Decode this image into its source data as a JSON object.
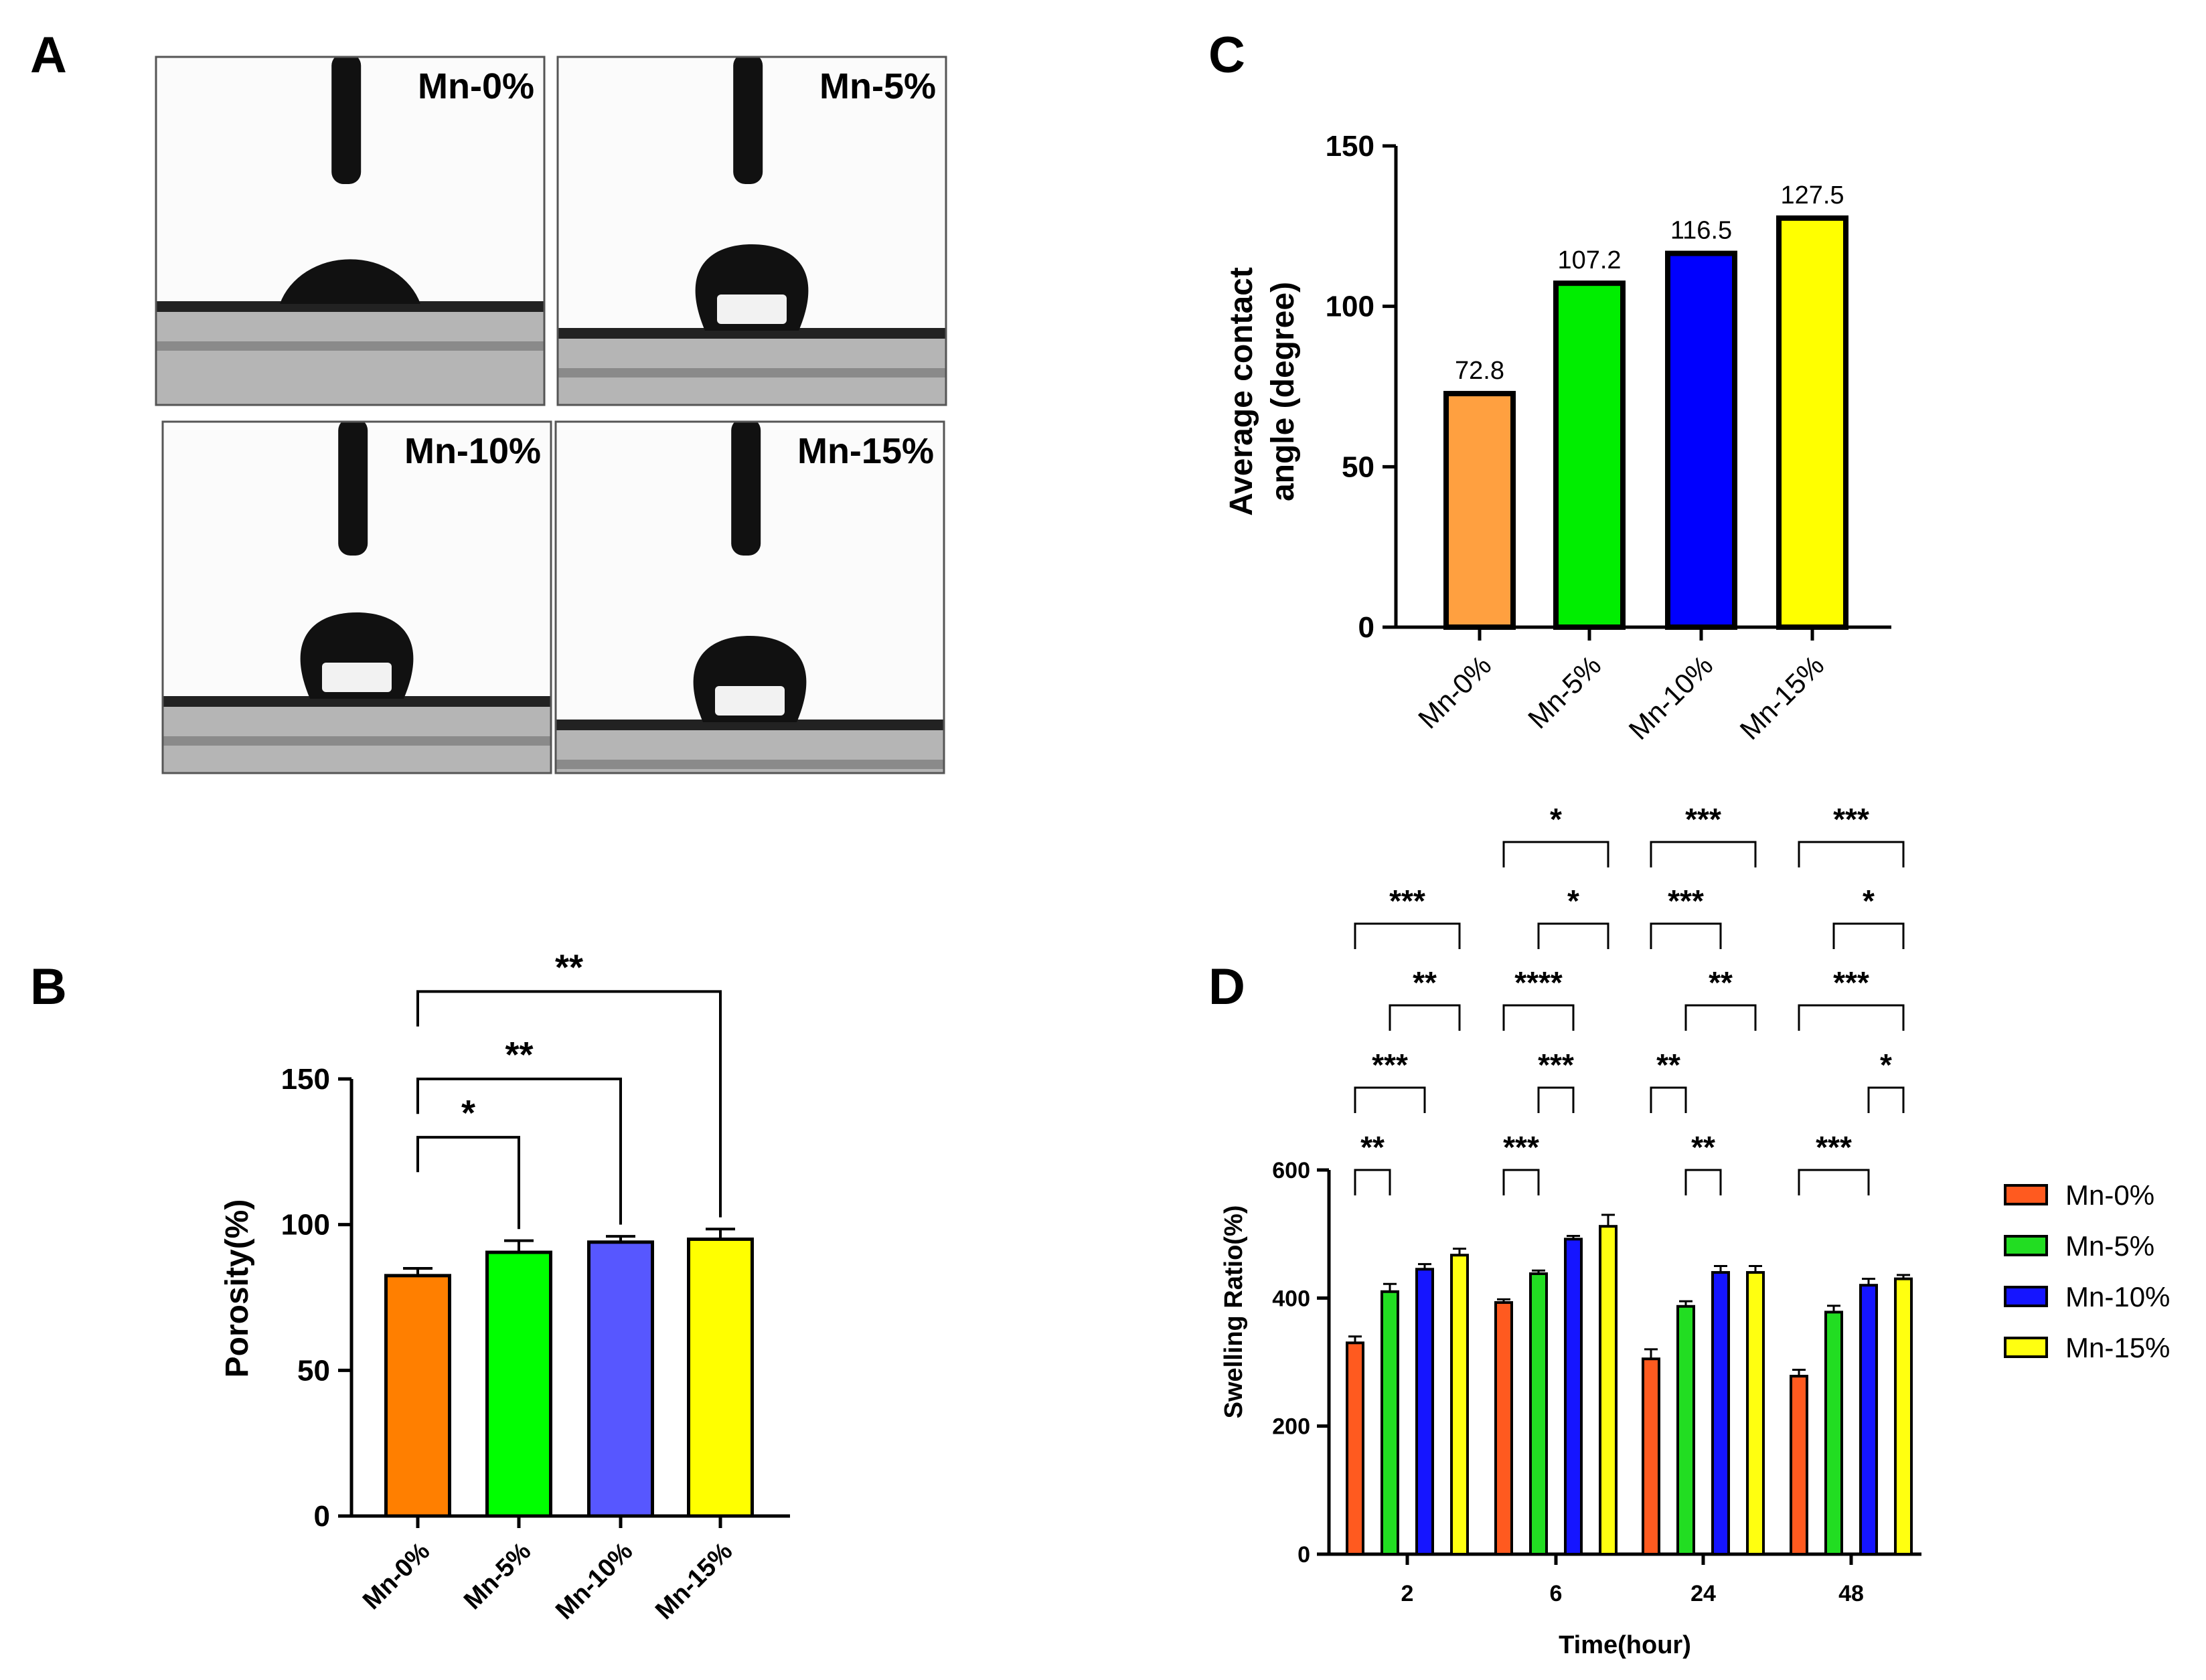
{
  "panels": {
    "a": "A",
    "b": "B",
    "c": "C",
    "d": "D"
  },
  "photos": [
    {
      "label": "Mn-0%",
      "drop": "flat"
    },
    {
      "label": "Mn-5%",
      "drop": "round"
    },
    {
      "label": "Mn-10%",
      "drop": "round"
    },
    {
      "label": "Mn-15%",
      "drop": "round"
    }
  ],
  "chart_data": [
    {
      "panel": "B",
      "type": "bar",
      "categories": [
        "Mn-0%",
        "Mn-5%",
        "Mn-10%",
        "Mn-15%"
      ],
      "values": [
        82.5,
        90.5,
        94,
        95
      ],
      "errors": [
        2.5,
        4,
        2,
        3.5
      ],
      "colors": [
        "#ff7f00",
        "#00ff00",
        "#5757ff",
        "#ffff00"
      ],
      "ylabel": "Porosity(%)",
      "ylim": [
        0,
        150
      ],
      "yticks": [
        0,
        50,
        100,
        150
      ],
      "significance": [
        {
          "from": 0,
          "to": 1,
          "label": "*"
        },
        {
          "from": 0,
          "to": 2,
          "label": "**"
        },
        {
          "from": 0,
          "to": 3,
          "label": "**"
        }
      ]
    },
    {
      "panel": "C",
      "type": "bar",
      "categories": [
        "Mn-0%",
        "Mn-5%",
        "Mn-10%",
        "Mn-15%"
      ],
      "values": [
        72.8,
        107.2,
        116.5,
        127.5
      ],
      "data_labels": [
        "72.8",
        "107.2",
        "116.5",
        "127.5"
      ],
      "colors": [
        "#ffa040",
        "#00ee00",
        "#0000ff",
        "#ffff00"
      ],
      "ylabel": "Average contact angle (degree)",
      "ylabel_lines": [
        "Average contact",
        "angle (degree)"
      ],
      "ylim": [
        0,
        150
      ],
      "yticks": [
        0,
        50,
        100,
        150
      ]
    },
    {
      "panel": "D",
      "type": "bar",
      "categories": [
        "2",
        "6",
        "24",
        "48"
      ],
      "xlabel": "Time(hour)",
      "ylabel": "Swelling Ratio(%)",
      "ylim": [
        0,
        600
      ],
      "yticks": [
        0,
        200,
        400,
        600
      ],
      "legend_position": "right",
      "series": [
        {
          "name": "Mn-0%",
          "color": "#ff5a1f",
          "values": [
            330,
            393,
            305,
            278
          ],
          "errors": [
            10,
            5,
            15,
            10
          ]
        },
        {
          "name": "Mn-5%",
          "color": "#22dd22",
          "values": [
            410,
            438,
            387,
            378
          ],
          "errors": [
            12,
            5,
            8,
            10
          ]
        },
        {
          "name": "Mn-10%",
          "color": "#1515ff",
          "values": [
            445,
            492,
            440,
            420
          ],
          "errors": [
            8,
            5,
            10,
            10
          ]
        },
        {
          "name": "Mn-15%",
          "color": "#ffff10",
          "values": [
            467,
            512,
            440,
            430
          ],
          "errors": [
            10,
            18,
            10,
            6
          ]
        }
      ],
      "significance": [
        {
          "group": 0,
          "comparisons": [
            {
              "from": 0,
              "to": 1,
              "label": "**"
            },
            {
              "from": 0,
              "to": 2,
              "label": "***"
            },
            {
              "from": 1,
              "to": 3,
              "label": "**"
            },
            {
              "from": 0,
              "to": 3,
              "label": "***"
            }
          ]
        },
        {
          "group": 1,
          "comparisons": [
            {
              "from": 0,
              "to": 1,
              "label": "***"
            },
            {
              "from": 1,
              "to": 2,
              "label": "***"
            },
            {
              "from": 0,
              "to": 2,
              "label": "****"
            },
            {
              "from": 1,
              "to": 3,
              "label": "*"
            },
            {
              "from": 0,
              "to": 3,
              "label": "*"
            }
          ]
        },
        {
          "group": 2,
          "comparisons": [
            {
              "from": 1,
              "to": 2,
              "label": "**"
            },
            {
              "from": 0,
              "to": 1,
              "label": "**"
            },
            {
              "from": 1,
              "to": 3,
              "label": "**"
            },
            {
              "from": 0,
              "to": 2,
              "label": "***"
            },
            {
              "from": 0,
              "to": 3,
              "label": "***"
            }
          ]
        },
        {
          "group": 3,
          "comparisons": [
            {
              "from": 0,
              "to": 2,
              "label": "***"
            },
            {
              "from": 2,
              "to": 3,
              "label": "*"
            },
            {
              "from": 0,
              "to": 3,
              "label": "***"
            },
            {
              "from": 1,
              "to": 3,
              "label": "*"
            },
            {
              "from": 0,
              "to": 3,
              "label": "***",
              "top": true
            }
          ]
        }
      ]
    }
  ]
}
